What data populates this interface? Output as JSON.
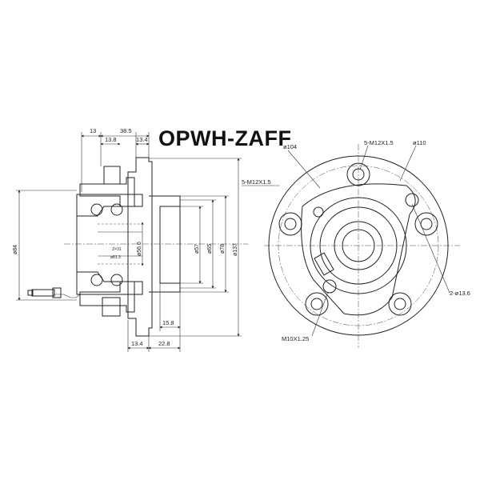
{
  "title": "OPWH-ZAFF",
  "section_view": {
    "top_dims": [
      "13",
      "38.5",
      "13.8",
      "13.4"
    ],
    "bottom_dims": [
      "13.4",
      "22.8",
      "15.8"
    ],
    "left_dims": [
      "ø84"
    ],
    "vertical_dims": [
      "ø56.6",
      "ø57",
      "ø65",
      "ø78",
      "ø137"
    ],
    "callouts": [
      "5-M12X1.5"
    ],
    "notes": [
      "Z=31",
      "ø81.3"
    ]
  },
  "front_view": {
    "labels": [
      "ø104",
      "5-M12X1.5",
      "ø110",
      "2-ø13.6",
      "M10X1.25"
    ]
  }
}
